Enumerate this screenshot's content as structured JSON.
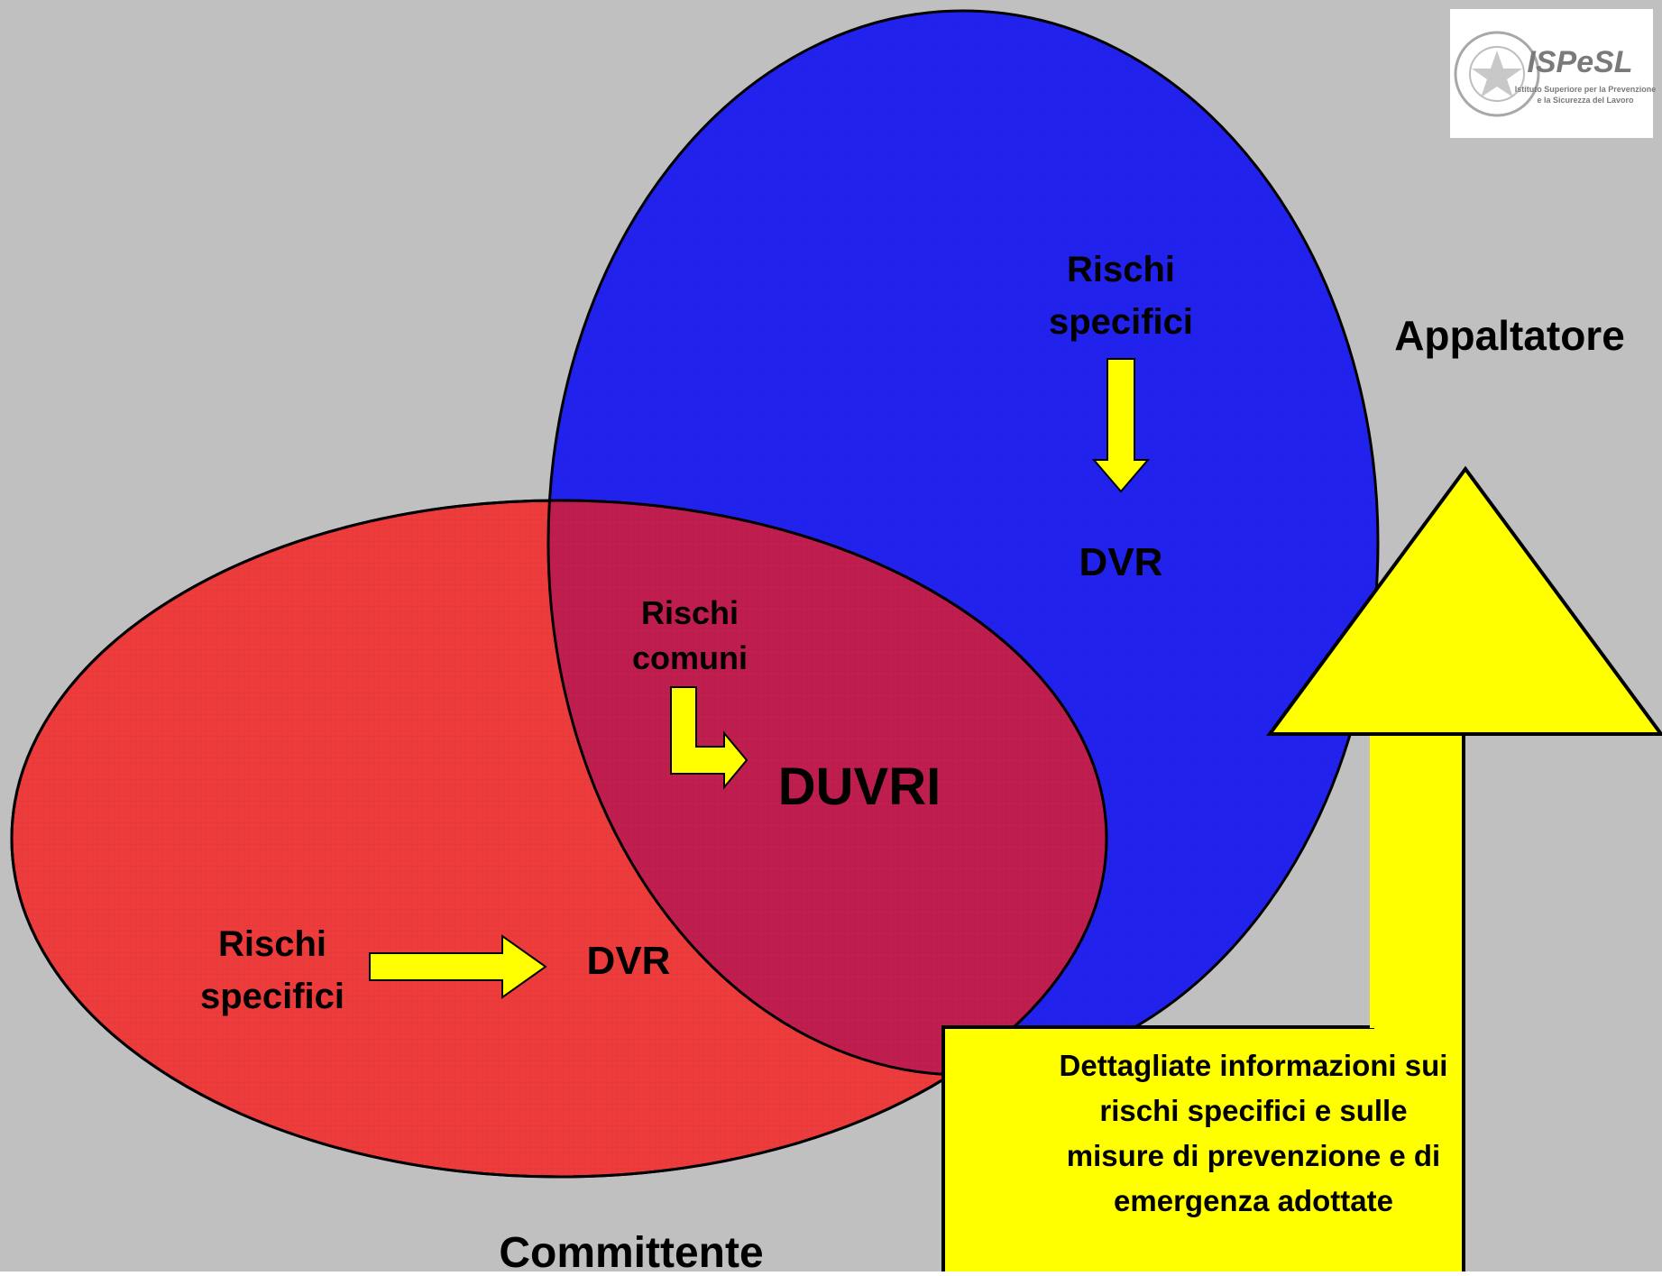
{
  "colors": {
    "background": "#c0c0c0",
    "appaltatore_ellipse": "#2222ee",
    "committente_ellipse": "#ee3b3b",
    "overlap": "#c01e4e",
    "arrow_fill": "#ffff00",
    "text": "#000000"
  },
  "logo": {
    "wordmark": "ISPeSL",
    "subtitle_line1": "Istituto Superiore per la Prevenzione",
    "subtitle_line2": "e la Sicurezza del Lavoro",
    "icon": "republic-emblem-icon"
  },
  "appaltatore": {
    "label": "Appaltatore",
    "risks_line1": "Rischi",
    "risks_line2": "specifici",
    "doc": "DVR"
  },
  "committente": {
    "label": "Committente",
    "risks_line1": "Rischi",
    "risks_line2": "specifici",
    "doc": "DVR"
  },
  "overlap": {
    "risks_line1": "Rischi",
    "risks_line2": "comuni",
    "doc": "DUVRI"
  },
  "info_arrow": {
    "line1": "Dettagliate informazioni sui",
    "line2": "rischi specifici e sulle",
    "line3": "misure di prevenzione e di",
    "line4": "emergenza adottate"
  }
}
